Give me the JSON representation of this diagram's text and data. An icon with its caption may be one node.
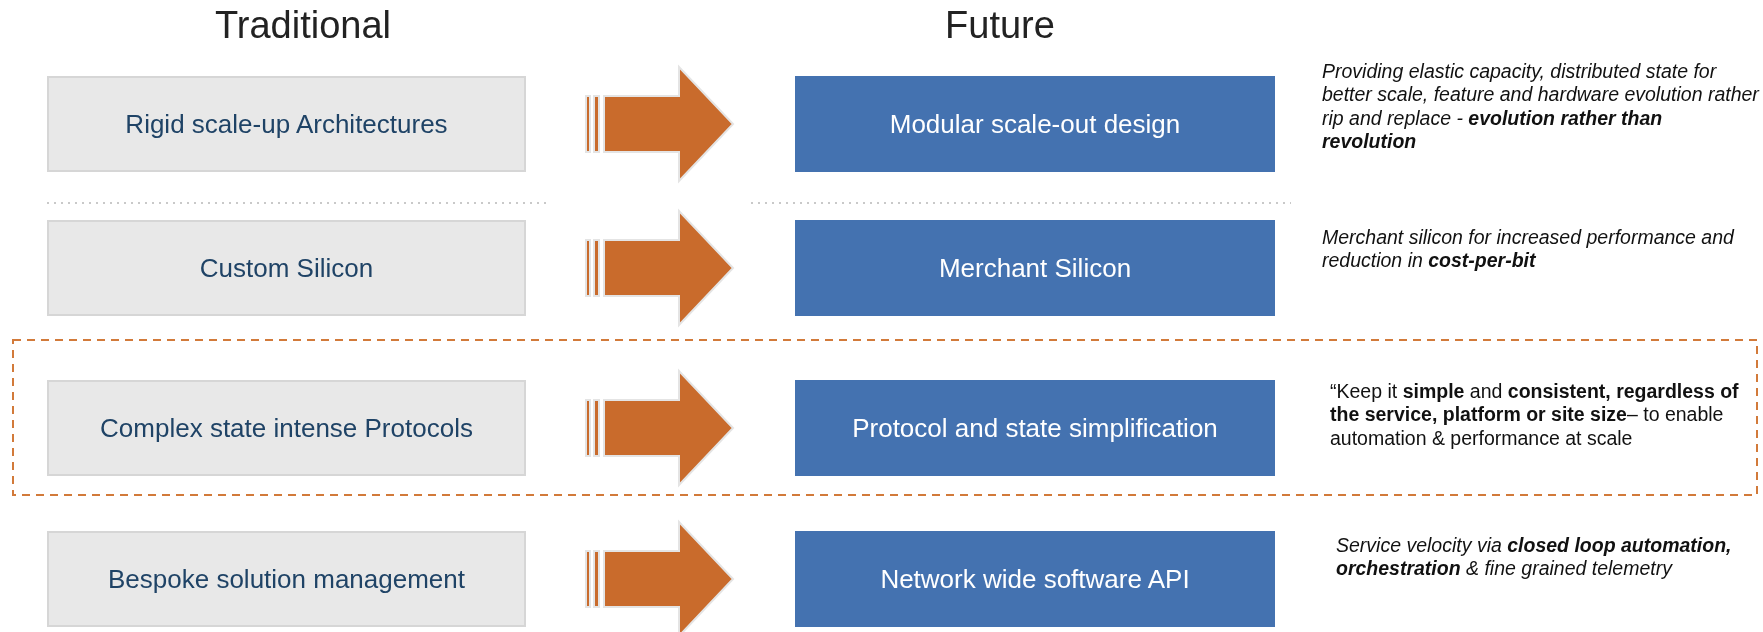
{
  "diagram": {
    "nodes": [
      {
        "text": [
          "Rigid scale-up Architectures"
        ]
      },
      {
        "text": [
          "Modular scale-out design"
        ],
        "beside": [
          "Providing elastic capacity, distributed state for better scale, feature and hardware evolution rather rip and replace -  **evolution rather than revolution**"
        ]
      },
      {
        "text": [
          "Custom Silicon"
        ]
      },
      {
        "text": [
          "Merchant Silicon"
        ],
        "beside": [
          "Merchant silicon for increased performance and reduction in **cost-per-bit**"
        ]
      },
      {
        "text": [
          "Complex state intense Protocols"
        ]
      },
      {
        "text": [
          "Protocol and state simplification"
        ],
        "beside": [
          "“Keep it **simple** and **consistent, regardless of the service, platform or site size**– to enable automation & performance at scale"
        ]
      },
      {
        "text": [
          "Bespoke solution management"
        ]
      },
      {
        "text": [
          "Network wide software API"
        ],
        "beside": [
          "Service velocity via **closed loop automation, orchestration** & fine grained telemetry"
        ]
      }
    ],
    "edges": [
      {
        "from": 0,
        "to": 1,
        "arrow": "to"
      },
      {
        "from": 2,
        "to": 3,
        "arrow": "to"
      },
      {
        "from": 4,
        "to": 5,
        "arrow": "to"
      },
      {
        "from": 6,
        "to": 7,
        "arrow": "to"
      }
    ],
    "labels": [
      "Traditional",
      "Future"
    ]
  }
}
